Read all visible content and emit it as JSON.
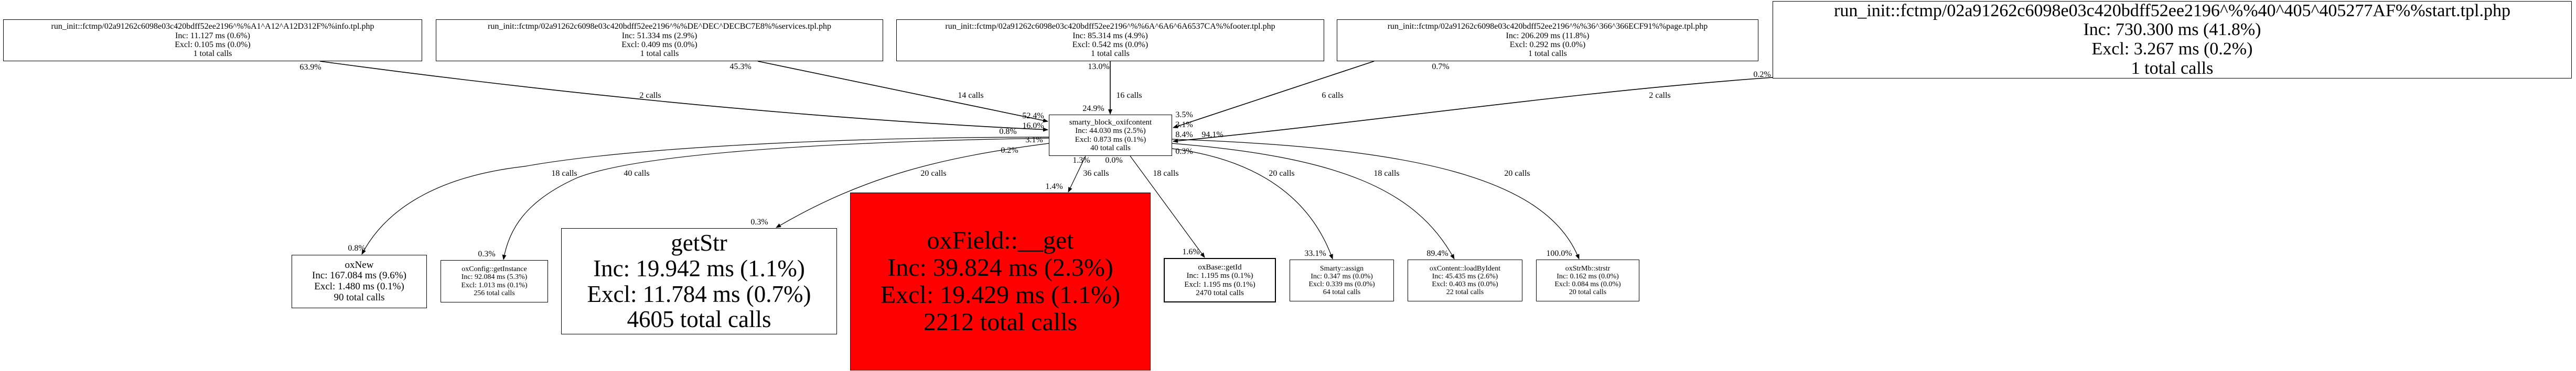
{
  "nodes": [
    {
      "name": "run_init::fctmp/02a91262c6098e03c420bdff52ee2196^%%A1^A12^A12D312F%%info.tpl.php",
      "inc": "Inc: 11.127 ms (0.6%)",
      "excl": "Excl: 0.105 ms (0.0%)",
      "calls": "1 total calls"
    },
    {
      "name": "run_init::fctmp/02a91262c6098e03c420bdff52ee2196^%%DE^DEC^DECBC7E8%%services.tpl.php",
      "inc": "Inc: 51.334 ms (2.9%)",
      "excl": "Excl: 0.409 ms (0.0%)",
      "calls": "1 total calls"
    },
    {
      "name": "run_init::fctmp/02a91262c6098e03c420bdff52ee2196^%%6A^6A6^6A6537CA%%footer.tpl.php",
      "inc": "Inc: 85.314 ms (4.9%)",
      "excl": "Excl: 0.542 ms (0.0%)",
      "calls": "1 total calls"
    },
    {
      "name": "run_init::fctmp/02a91262c6098e03c420bdff52ee2196^%%36^366^366ECF91%%page.tpl.php",
      "inc": "Inc: 206.209 ms (11.8%)",
      "excl": "Excl: 0.292 ms (0.0%)",
      "calls": "1 total calls"
    },
    {
      "name": "run_init::fctmp/02a91262c6098e03c420bdff52ee2196^%%40^405^405277AF%%start.tpl.php",
      "inc": "Inc: 730.300 ms (41.8%)",
      "excl": "Excl: 3.267 ms (0.2%)",
      "calls": "1 total calls"
    },
    {
      "name": "smarty_block_oxifcontent",
      "inc": "Inc: 44.030 ms (2.5%)",
      "excl": "Excl: 0.873 ms (0.1%)",
      "calls": "40 total calls"
    },
    {
      "name": "oxNew",
      "inc": "Inc: 167.084 ms (9.6%)",
      "excl": "Excl: 1.480 ms (0.1%)",
      "calls": "90 total calls"
    },
    {
      "name": "oxConfig::getInstance",
      "inc": "Inc: 92.084 ms (5.3%)",
      "excl": "Excl: 1.013 ms (0.1%)",
      "calls": "256 total calls"
    },
    {
      "name": "getStr",
      "inc": "Inc: 19.942 ms (1.1%)",
      "excl": "Excl: 11.784 ms (0.7%)",
      "calls": "4605 total calls"
    },
    {
      "name": "oxField::__get",
      "inc": "Inc: 39.824 ms (2.3%)",
      "excl": "Excl: 19.429 ms (1.1%)",
      "calls": "2212 total calls"
    },
    {
      "name": "oxBase::getId",
      "inc": "Inc: 1.195 ms (0.1%)",
      "excl": "Excl: 1.195 ms (0.1%)",
      "calls": "2470 total calls"
    },
    {
      "name": "Smarty::assign",
      "inc": "Inc: 0.347 ms (0.0%)",
      "excl": "Excl: 0.339 ms (0.0%)",
      "calls": "64 total calls"
    },
    {
      "name": "oxContent::loadByIdent",
      "inc": "Inc: 45.435 ms (2.6%)",
      "excl": "Excl: 0.403 ms (0.0%)",
      "calls": "22 total calls"
    },
    {
      "name": "oxStrMb::strstr",
      "inc": "Inc: 0.162 ms (0.0%)",
      "excl": "Excl: 0.084 ms (0.0%)",
      "calls": "20 total calls"
    }
  ],
  "highlight_color": "#ff0000",
  "edges_in": [
    {
      "from_pct": "63.9%",
      "calls": "2 calls",
      "to_pct": "16.0%"
    },
    {
      "from_pct": "45.3%",
      "calls": "14 calls",
      "to_pct": "52.4%"
    },
    {
      "from_pct": "13.0%",
      "calls": "16 calls",
      "to_pct": "24.9%"
    },
    {
      "from_pct": "0.7%",
      "calls": "6 calls",
      "to_pct": "3.5%"
    },
    {
      "from_pct": "0.2%",
      "calls": "2 calls",
      "to_pct": "3.1%"
    }
  ],
  "edges_out": [
    {
      "from_pct": "0.8%",
      "calls": "18 calls",
      "to_pct": "0.8%"
    },
    {
      "from_pct": "3.1%",
      "calls": "40 calls",
      "to_pct": "0.3%"
    },
    {
      "from_pct": "0.2%",
      "calls": "20 calls",
      "to_pct": "0.3%"
    },
    {
      "from_pct": "1.3%",
      "calls": "36 calls",
      "to_pct": "1.4%"
    },
    {
      "from_pct": "0.0%",
      "calls": "18 calls",
      "to_pct": "1.6%"
    },
    {
      "from_pct": "8.4%",
      "calls": "20 calls",
      "to_pct": "33.1%"
    },
    {
      "from_pct": "94.1%",
      "calls": "18 calls",
      "to_pct": "89.4%"
    },
    {
      "from_pct": "0.3%",
      "calls": "20 calls",
      "to_pct": "100.0%"
    }
  ]
}
